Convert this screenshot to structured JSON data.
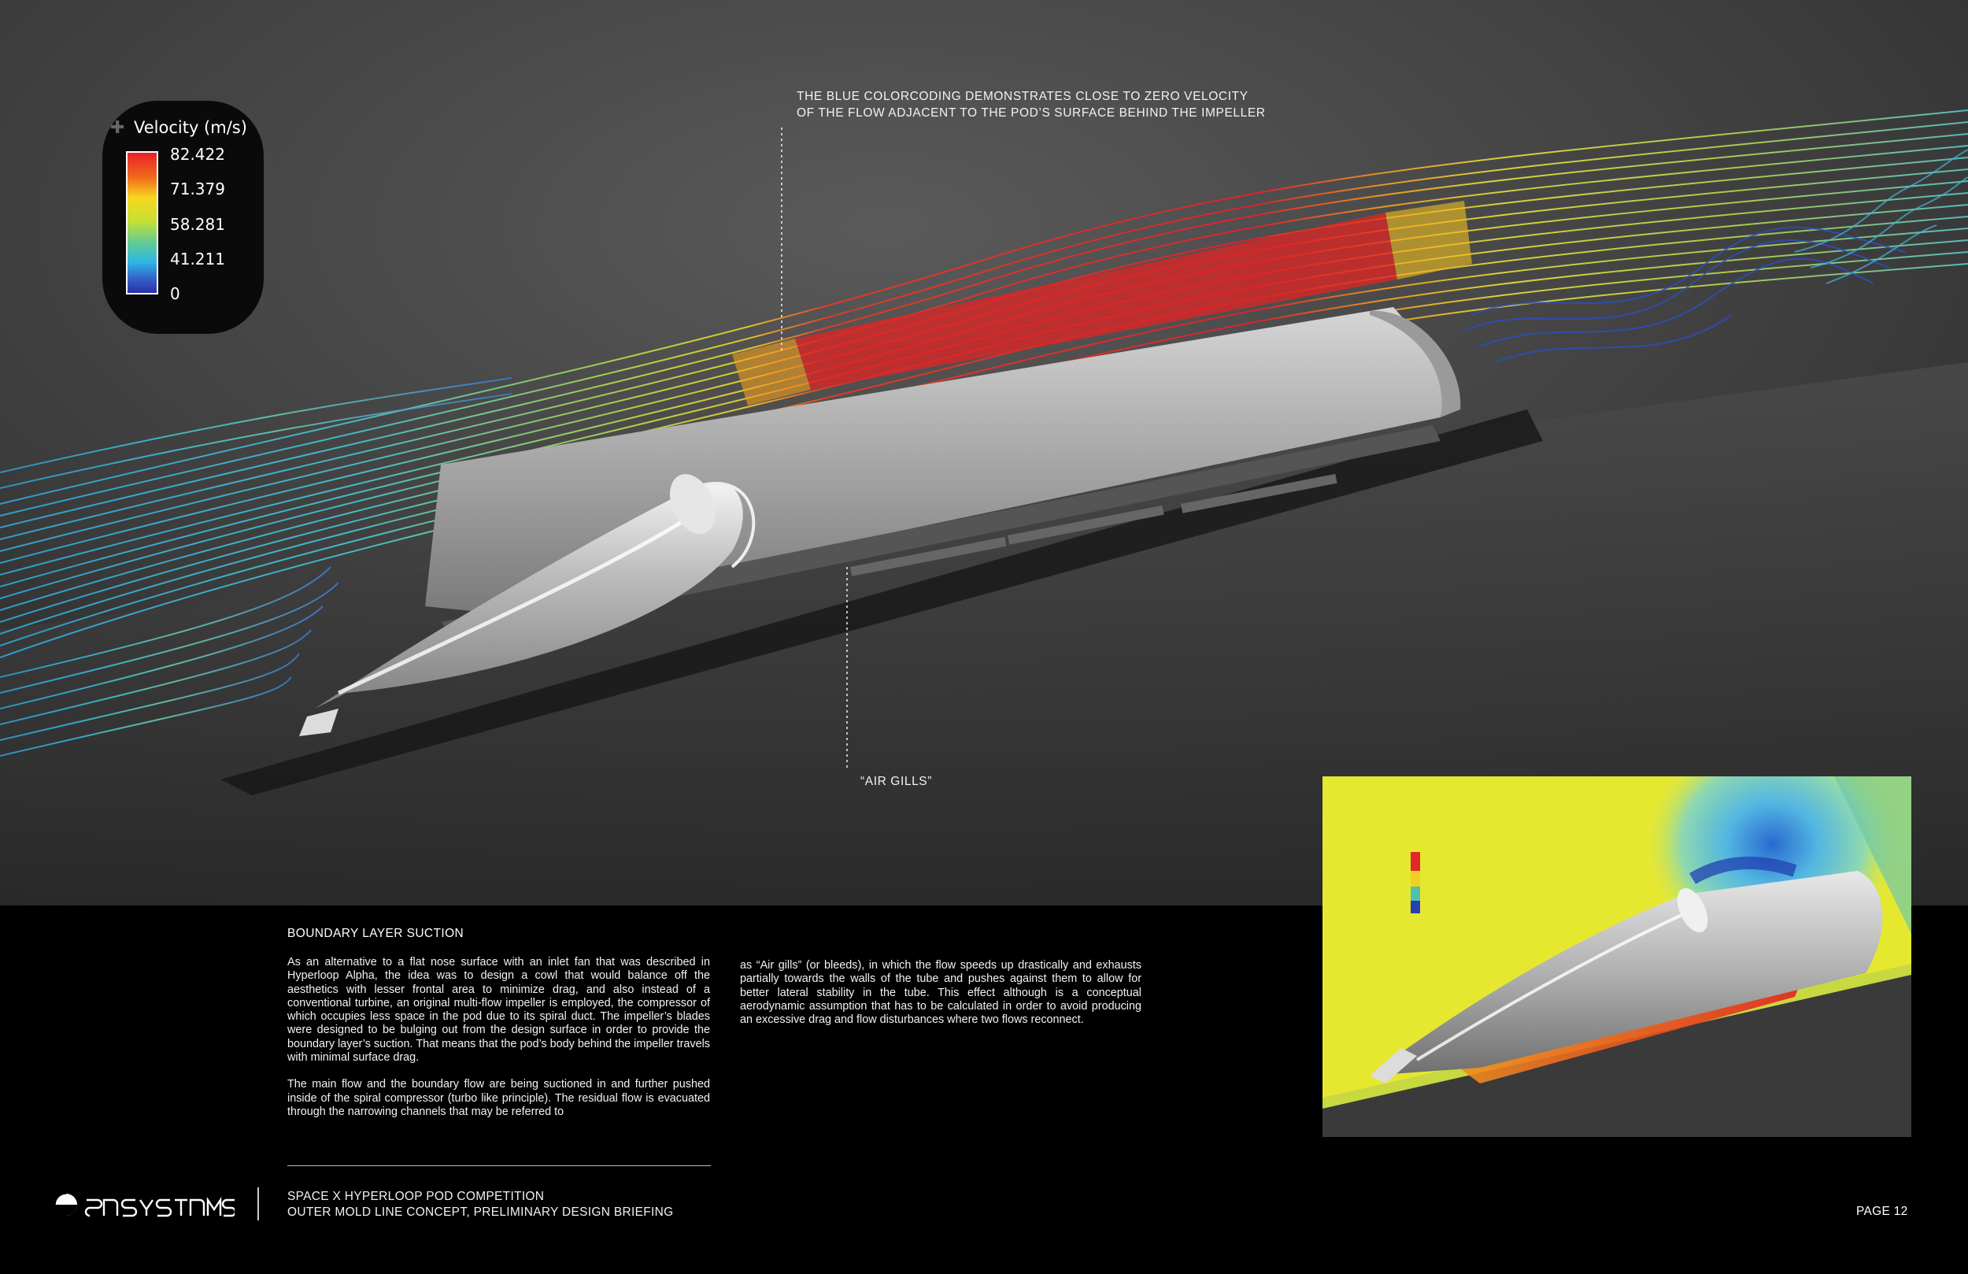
{
  "callouts": {
    "top_line1": "THE BLUE COLORCODING DEMONSTRATES CLOSE TO ZERO VELOCITY",
    "top_line2": "OF THE FLOW ADJACENT TO THE POD’S SURFACE BEHIND THE IMPELLER",
    "air_gills": "“AIR GILLS”"
  },
  "legend": {
    "title": "Velocity (m/s)",
    "ticks": [
      "82.422",
      "71.379",
      "58.281",
      "41.211",
      "0"
    ],
    "colors": [
      "#e8202a",
      "#f7d520",
      "#58c9a0",
      "#2fb6e6",
      "#2830a8"
    ]
  },
  "article": {
    "heading": "BOUNDARY LAYER SUCTION",
    "col1_p1": "As an alternative to a flat nose surface with an inlet fan that was described in Hyperloop Alpha, the idea was to design a cowl that would balance off the aesthetics with lesser frontal area to minimize drag, and also instead of a conventional turbine, an original multi-flow impeller is employed, the compressor of which occupies less space in the pod due to its spiral duct. The impeller’s blades were designed to be bulging out from the design surface in order to provide the boundary layer’s suction. That means that the pod’s body behind the impeller travels with minimal surface drag.",
    "col1_p2": "The main flow and the boundary flow are being suctioned in and further pushed inside of the spiral compressor (turbo like principle). The residual flow is evacuated through the narrowing channels that may be referred to",
    "col2_p1": "as “Air gills” (or bleeds), in which the flow speeds up drastically and exhausts partially towards the walls of the tube and pushes against them to allow for better lateral stability in the tube. This effect although is a conceptual aerodynamic assumption that has to be calculated in order to avoid producing an excessive drag and flow disturbances where two flows reconnect."
  },
  "footer": {
    "line1": "SPACE X HYPERLOOP POD COMPETITION",
    "line2": "OUTER MOLD LINE CONCEPT, PRELIMINARY DESIGN BRIEFING",
    "page": "PAGE 12"
  }
}
